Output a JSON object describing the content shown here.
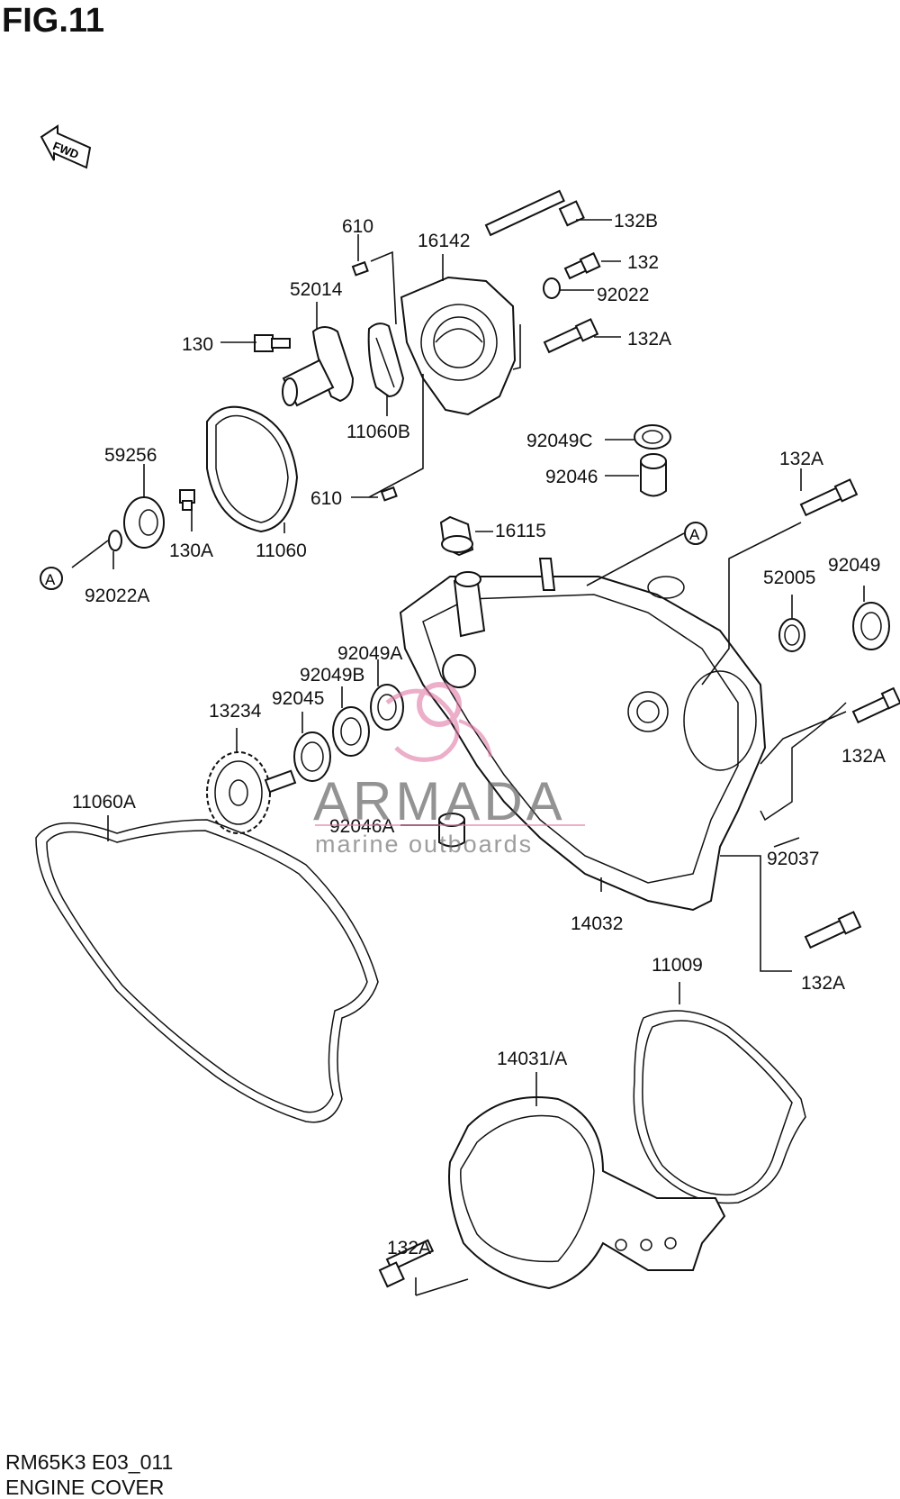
{
  "figure": {
    "title": "FIG.11"
  },
  "direction_badge": "FWD",
  "callout_marker": "A",
  "footer": {
    "code": "RM65K3 E03_011",
    "name": "ENGINE COVER"
  },
  "parts": [
    {
      "id": "132B",
      "label": "132B"
    },
    {
      "id": "610-top",
      "label": "610"
    },
    {
      "id": "16142",
      "label": "16142"
    },
    {
      "id": "132",
      "label": "132"
    },
    {
      "id": "52014",
      "label": "52014"
    },
    {
      "id": "92022",
      "label": "92022"
    },
    {
      "id": "130",
      "label": "130"
    },
    {
      "id": "132A-a",
      "label": "132A"
    },
    {
      "id": "11060B",
      "label": "11060B"
    },
    {
      "id": "92049C",
      "label": "92049C"
    },
    {
      "id": "59256",
      "label": "59256"
    },
    {
      "id": "92046",
      "label": "92046"
    },
    {
      "id": "132A-b",
      "label": "132A"
    },
    {
      "id": "610-bottom",
      "label": "610"
    },
    {
      "id": "130A",
      "label": "130A"
    },
    {
      "id": "11060",
      "label": "11060"
    },
    {
      "id": "16115",
      "label": "16115"
    },
    {
      "id": "92022A",
      "label": "92022A"
    },
    {
      "id": "52005",
      "label": "52005"
    },
    {
      "id": "92049",
      "label": "92049"
    },
    {
      "id": "92049A",
      "label": "92049A"
    },
    {
      "id": "92049B",
      "label": "92049B"
    },
    {
      "id": "92045",
      "label": "92045"
    },
    {
      "id": "13234",
      "label": "13234"
    },
    {
      "id": "132A-c",
      "label": "132A"
    },
    {
      "id": "11060A",
      "label": "11060A"
    },
    {
      "id": "92046A",
      "label": "92046A"
    },
    {
      "id": "92037",
      "label": "92037"
    },
    {
      "id": "14032",
      "label": "14032"
    },
    {
      "id": "132A-d",
      "label": "132A"
    },
    {
      "id": "11009",
      "label": "11009"
    },
    {
      "id": "14031A",
      "label": "14031/A"
    },
    {
      "id": "132A-e",
      "label": "132A"
    }
  ],
  "watermark": {
    "brand": "ARMADA",
    "tagline": "marine outboards",
    "logo_color": "#e07aa6"
  }
}
